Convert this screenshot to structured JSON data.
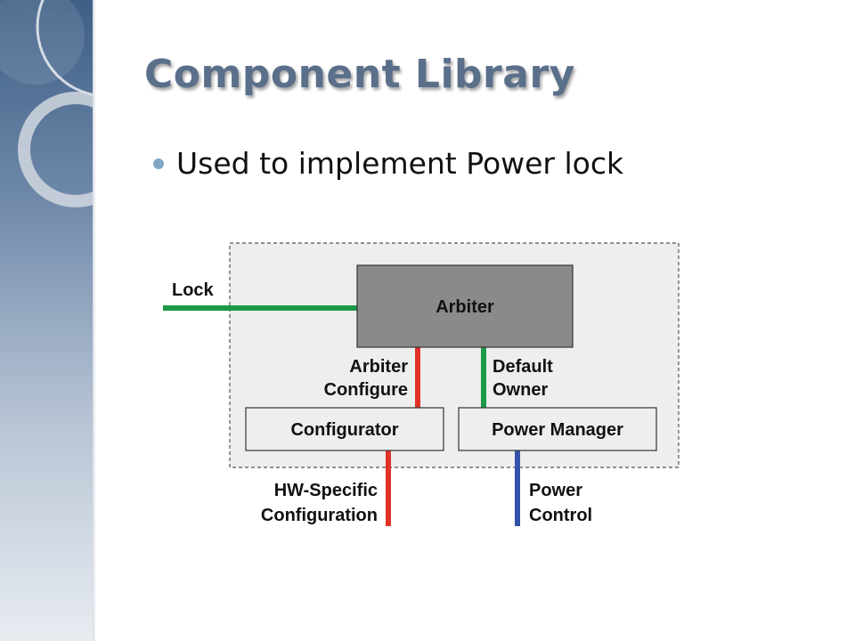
{
  "slide": {
    "title": "Component Library",
    "bullets": [
      "Used to implement Power lock"
    ]
  },
  "diagram": {
    "nodes": {
      "arbiter": "Arbiter",
      "configurator": "Configurator",
      "power_manager": "Power Manager"
    },
    "edges": {
      "lock": "Lock",
      "arbiter_configure": [
        "Arbiter",
        "Configure"
      ],
      "default_owner": [
        "Default",
        "Owner"
      ],
      "hw_specific_configuration": [
        "HW-Specific",
        "Configuration"
      ],
      "power_control": [
        "Power",
        "Control"
      ]
    },
    "colors": {
      "lock_line": "#1e9a47",
      "default_owner_line": "#1e9a47",
      "configure_line": "#e03228",
      "hw_config_line": "#e03228",
      "power_control_line": "#3351a8",
      "arbiter_fill": "#8a8a8a",
      "box_fill": "#eeeeee",
      "container_fill": "#eeeeee"
    }
  }
}
